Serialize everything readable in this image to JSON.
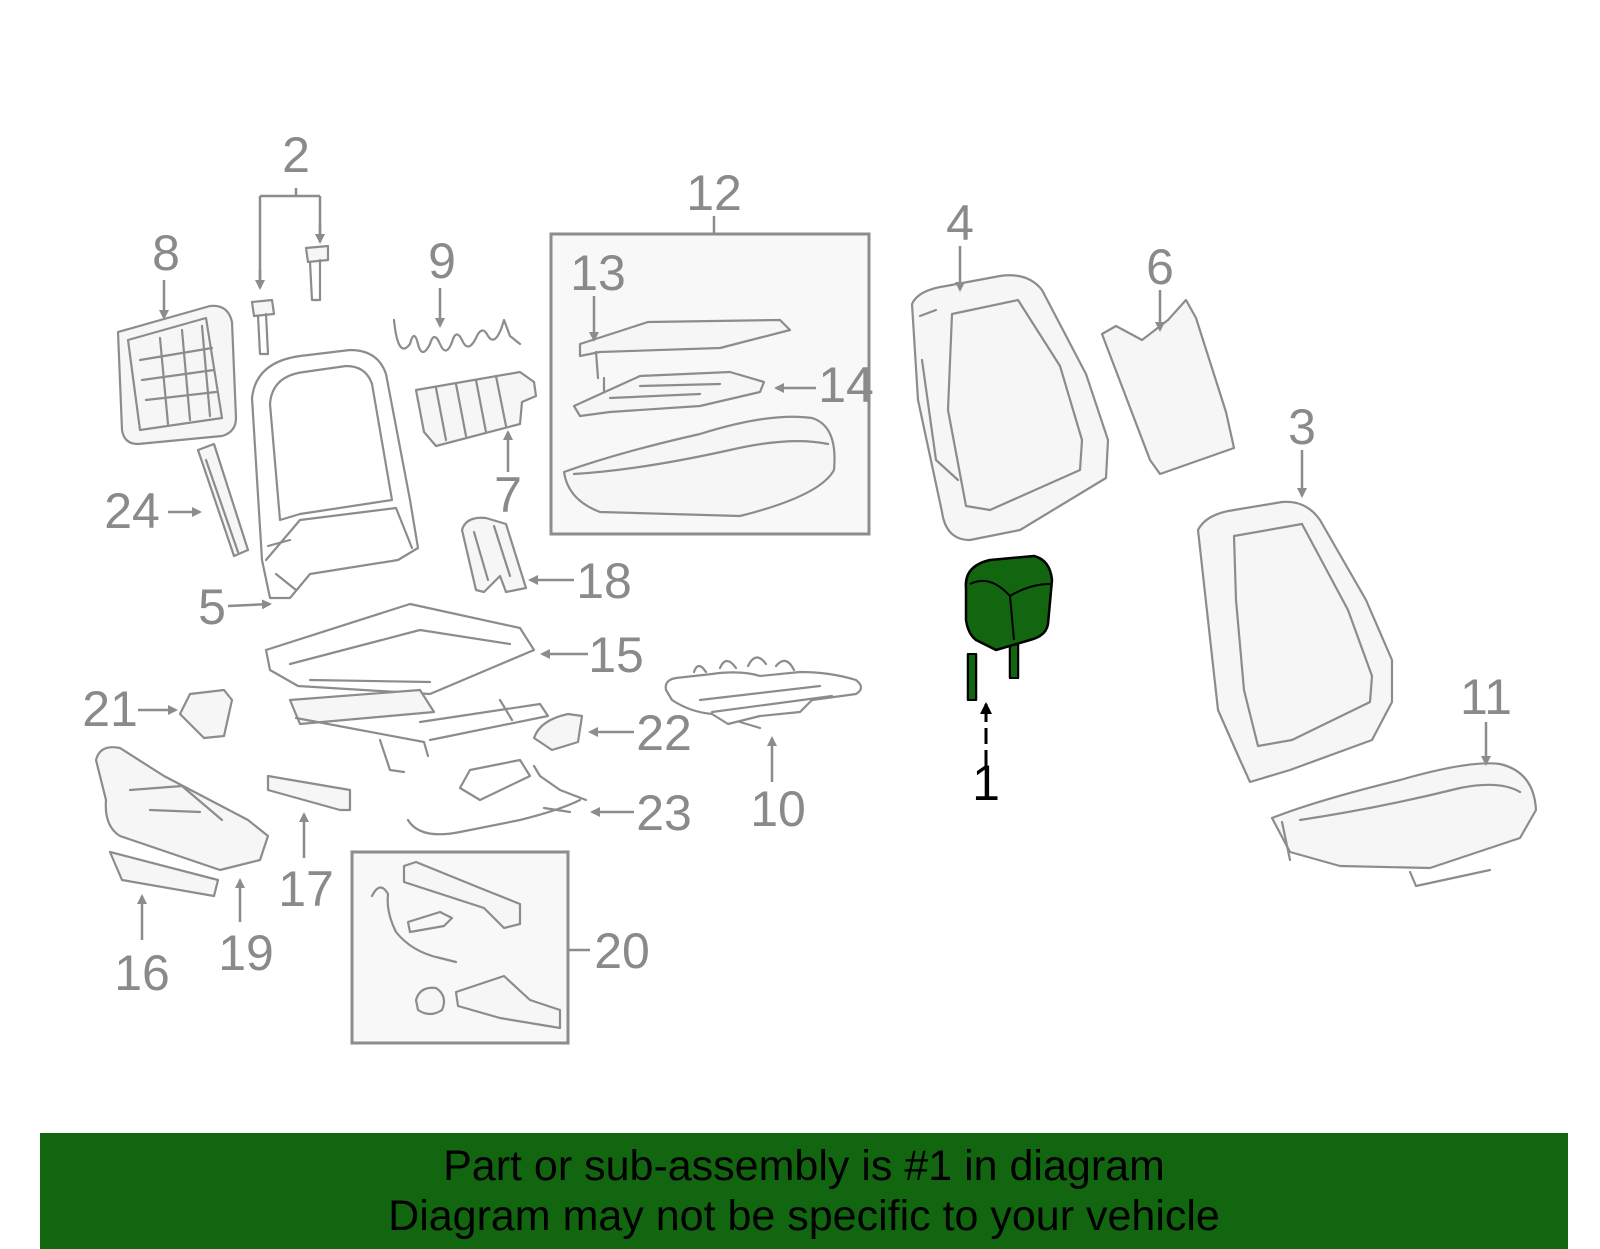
{
  "colors": {
    "highlight": "#126610",
    "part_stroke": "#8c8c8c",
    "label": "#8a8a8a",
    "banner_bg": "#126610",
    "banner_text": "#000000"
  },
  "highlighted_callout": "1",
  "callouts": [
    "1",
    "2",
    "3",
    "4",
    "5",
    "6",
    "7",
    "8",
    "9",
    "10",
    "11",
    "12",
    "13",
    "14",
    "15",
    "16",
    "17",
    "18",
    "19",
    "20",
    "21",
    "22",
    "23",
    "24"
  ],
  "banner": {
    "line1": "Part or sub-assembly is #1 in diagram",
    "line2": "Diagram may not be specific to your vehicle"
  }
}
